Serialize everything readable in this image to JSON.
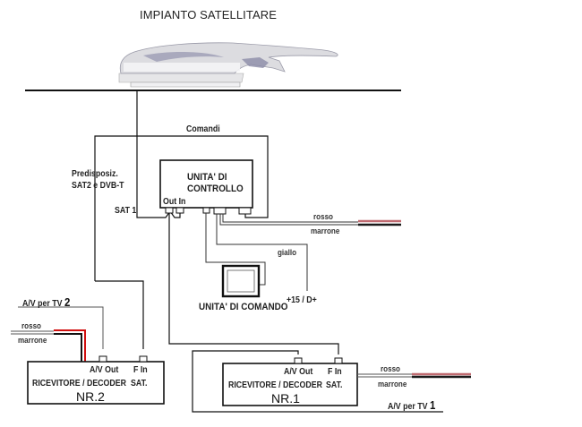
{
  "title": "IMPIANTO SATELLITARE",
  "labels": {
    "comandi": "Comandi",
    "predisposiz_line1": "Predisposiz.",
    "predisposiz_line2": "SAT2 e DVB-T",
    "sat1": "SAT 1",
    "control_unit_line1": "UNITA' DI",
    "control_unit_line2": "CONTROLLO",
    "out_in": "Out In",
    "rosso_top": "rosso",
    "marrone_top": "marrone",
    "giallo": "giallo",
    "command_unit": "UNITA' DI COMANDO",
    "power": "+15 / D+"
  },
  "receiver_2": {
    "av_label": "A/V per TV",
    "av_num": "2",
    "rosso": "rosso",
    "marrone": "marrone",
    "av_out": "A/V Out",
    "f_in": "F In",
    "name": "RICEVITORE / DECODER",
    "sat": "SAT.",
    "nr": "NR.2"
  },
  "receiver_1": {
    "av_label": "A/V per TV",
    "av_num": "1",
    "rosso": "rosso",
    "marrone": "marrone",
    "av_out": "A/V Out",
    "f_in": "F In",
    "name": "RICEVITORE / DECODER",
    "sat": "SAT.",
    "nr": "NR.1"
  },
  "colors": {
    "wire": "#111111",
    "wire_gray": "#555555",
    "red_wire": "#d01010",
    "rosso_cable": "#c06a70",
    "marrone_cable": "#1a1a1a",
    "antenna_body": "#d8d8dc",
    "antenna_shadow": "#8a8aa0"
  }
}
